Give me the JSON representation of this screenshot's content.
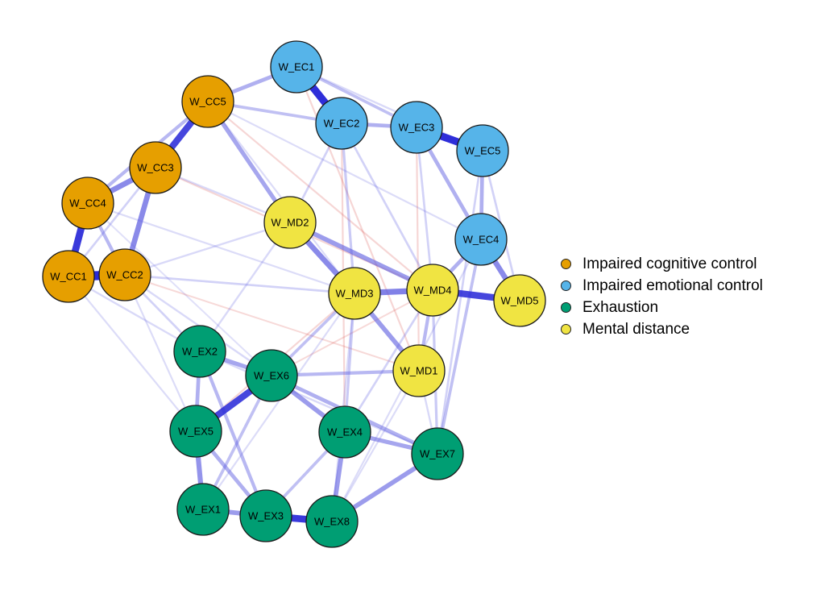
{
  "network": {
    "groups": [
      {
        "id": "cc",
        "label": "Impaired cognitive control",
        "color": "#E69F00"
      },
      {
        "id": "ec",
        "label": "Impaired emotional control",
        "color": "#56B4E9"
      },
      {
        "id": "ex",
        "label": "Exhaustion",
        "color": "#009E73"
      },
      {
        "id": "md",
        "label": "Mental distance",
        "color": "#F0E442"
      }
    ],
    "nodes": [
      {
        "id": "W_CC1",
        "group": "cc"
      },
      {
        "id": "W_CC2",
        "group": "cc"
      },
      {
        "id": "W_CC3",
        "group": "cc"
      },
      {
        "id": "W_CC4",
        "group": "cc"
      },
      {
        "id": "W_CC5",
        "group": "cc"
      },
      {
        "id": "W_EC1",
        "group": "ec"
      },
      {
        "id": "W_EC2",
        "group": "ec"
      },
      {
        "id": "W_EC3",
        "group": "ec"
      },
      {
        "id": "W_EC4",
        "group": "ec"
      },
      {
        "id": "W_EC5",
        "group": "ec"
      },
      {
        "id": "W_MD1",
        "group": "md"
      },
      {
        "id": "W_MD2",
        "group": "md"
      },
      {
        "id": "W_MD3",
        "group": "md"
      },
      {
        "id": "W_MD4",
        "group": "md"
      },
      {
        "id": "W_MD5",
        "group": "md"
      },
      {
        "id": "W_EX1",
        "group": "ex"
      },
      {
        "id": "W_EX2",
        "group": "ex"
      },
      {
        "id": "W_EX3",
        "group": "ex"
      },
      {
        "id": "W_EX4",
        "group": "ex"
      },
      {
        "id": "W_EX5",
        "group": "ex"
      },
      {
        "id": "W_EX6",
        "group": "ex"
      },
      {
        "id": "W_EX7",
        "group": "ex"
      },
      {
        "id": "W_EX8",
        "group": "ex"
      }
    ],
    "edges": [
      {
        "source": "W_CC1",
        "target": "W_CC2",
        "weight": 1.0,
        "sign": "+"
      },
      {
        "source": "W_CC1",
        "target": "W_CC4",
        "weight": 0.75,
        "sign": "+"
      },
      {
        "source": "W_CC4",
        "target": "W_CC3",
        "weight": 0.55,
        "sign": "+"
      },
      {
        "source": "W_CC3",
        "target": "W_CC5",
        "weight": 0.7,
        "sign": "+"
      },
      {
        "source": "W_CC3",
        "target": "W_CC2",
        "weight": 0.55,
        "sign": "+"
      },
      {
        "source": "W_CC4",
        "target": "W_CC2",
        "weight": 0.3,
        "sign": "+"
      },
      {
        "source": "W_CC5",
        "target": "W_CC4",
        "weight": 0.3,
        "sign": "+"
      },
      {
        "source": "W_CC5",
        "target": "W_EC1",
        "weight": 0.35,
        "sign": "+"
      },
      {
        "source": "W_CC5",
        "target": "W_MD2",
        "weight": 0.4,
        "sign": "+"
      },
      {
        "source": "W_CC5",
        "target": "W_EC2",
        "weight": 0.25,
        "sign": "+"
      },
      {
        "source": "W_EC1",
        "target": "W_EC2",
        "weight": 0.8,
        "sign": "+"
      },
      {
        "source": "W_EC2",
        "target": "W_EC3",
        "weight": 0.35,
        "sign": "+"
      },
      {
        "source": "W_EC3",
        "target": "W_EC5",
        "weight": 0.8,
        "sign": "+"
      },
      {
        "source": "W_EC3",
        "target": "W_EC4",
        "weight": 0.35,
        "sign": "+"
      },
      {
        "source": "W_EC1",
        "target": "W_EC3",
        "weight": 0.25,
        "sign": "+"
      },
      {
        "source": "W_EC5",
        "target": "W_EC4",
        "weight": 0.35,
        "sign": "+"
      },
      {
        "source": "W_EC4",
        "target": "W_MD5",
        "weight": 0.55,
        "sign": "+"
      },
      {
        "source": "W_EC4",
        "target": "W_MD4",
        "weight": 0.35,
        "sign": "+"
      },
      {
        "source": "W_MD2",
        "target": "W_MD3",
        "weight": 0.55,
        "sign": "+"
      },
      {
        "source": "W_MD2",
        "target": "W_MD4",
        "weight": 0.45,
        "sign": "+"
      },
      {
        "source": "W_MD3",
        "target": "W_MD4",
        "weight": 0.6,
        "sign": "+"
      },
      {
        "source": "W_MD4",
        "target": "W_MD5",
        "weight": 0.7,
        "sign": "+"
      },
      {
        "source": "W_MD3",
        "target": "W_MD1",
        "weight": 0.45,
        "sign": "+"
      },
      {
        "source": "W_MD4",
        "target": "W_MD1",
        "weight": 0.3,
        "sign": "+"
      },
      {
        "source": "W_MD3",
        "target": "W_EC2",
        "weight": 0.2,
        "sign": "+"
      },
      {
        "source": "W_EX2",
        "target": "W_EX6",
        "weight": 0.4,
        "sign": "+"
      },
      {
        "source": "W_EX2",
        "target": "W_EX5",
        "weight": 0.35,
        "sign": "+"
      },
      {
        "source": "W_EX6",
        "target": "W_EX5",
        "weight": 0.7,
        "sign": "+"
      },
      {
        "source": "W_EX6",
        "target": "W_EX4",
        "weight": 0.45,
        "sign": "+"
      },
      {
        "source": "W_EX6",
        "target": "W_MD1",
        "weight": 0.3,
        "sign": "+"
      },
      {
        "source": "W_EX5",
        "target": "W_EX1",
        "weight": 0.5,
        "sign": "+"
      },
      {
        "source": "W_EX5",
        "target": "W_EX3",
        "weight": 0.35,
        "sign": "+"
      },
      {
        "source": "W_EX1",
        "target": "W_EX3",
        "weight": 0.45,
        "sign": "+"
      },
      {
        "source": "W_EX3",
        "target": "W_EX8",
        "weight": 0.75,
        "sign": "+"
      },
      {
        "source": "W_EX4",
        "target": "W_EX8",
        "weight": 0.45,
        "sign": "+"
      },
      {
        "source": "W_EX4",
        "target": "W_EX7",
        "weight": 0.4,
        "sign": "+"
      },
      {
        "source": "W_EX6",
        "target": "W_EX7",
        "weight": 0.35,
        "sign": "+"
      },
      {
        "source": "W_EX8",
        "target": "W_EX7",
        "weight": 0.45,
        "sign": "+"
      },
      {
        "source": "W_EX2",
        "target": "W_EX3",
        "weight": 0.3,
        "sign": "+"
      },
      {
        "source": "W_EX6",
        "target": "W_EX1",
        "weight": 0.25,
        "sign": "+"
      },
      {
        "source": "W_EX4",
        "target": "W_EX3",
        "weight": 0.25,
        "sign": "+"
      },
      {
        "source": "W_EX6",
        "target": "W_MD3",
        "weight": 0.25,
        "sign": "+"
      },
      {
        "source": "W_EX7",
        "target": "W_EC4",
        "weight": 0.25,
        "sign": "+"
      },
      {
        "source": "W_EX7",
        "target": "W_MD4",
        "weight": 0.2,
        "sign": "+"
      },
      {
        "source": "W_EX4",
        "target": "W_MD3",
        "weight": 0.2,
        "sign": "+"
      },
      {
        "source": "W_EX2",
        "target": "W_CC2",
        "weight": 0.15,
        "sign": "+"
      },
      {
        "source": "W_CC1",
        "target": "W_EX2",
        "weight": 0.12,
        "sign": "+"
      },
      {
        "source": "W_CC2",
        "target": "W_MD3",
        "weight": 0.15,
        "sign": "+"
      },
      {
        "source": "W_CC2",
        "target": "W_MD2",
        "weight": 0.12,
        "sign": "+"
      },
      {
        "source": "W_CC3",
        "target": "W_MD2",
        "weight": 0.12,
        "sign": "+"
      },
      {
        "source": "W_CC4",
        "target": "W_MD3",
        "weight": 0.1,
        "sign": "+"
      },
      {
        "source": "W_EC2",
        "target": "W_MD4",
        "weight": 0.15,
        "sign": "+"
      },
      {
        "source": "W_EC3",
        "target": "W_MD4",
        "weight": 0.15,
        "sign": "+"
      },
      {
        "source": "W_EC5",
        "target": "W_MD5",
        "weight": 0.15,
        "sign": "+"
      },
      {
        "source": "W_EC1",
        "target": "W_EC5",
        "weight": 0.12,
        "sign": "+"
      },
      {
        "source": "W_EC2",
        "target": "W_MD2",
        "weight": 0.15,
        "sign": "+"
      },
      {
        "source": "W_EC5",
        "target": "W_EX7",
        "weight": 0.15,
        "sign": "+"
      },
      {
        "source": "W_EX4",
        "target": "W_MD4",
        "weight": 0.15,
        "sign": "+"
      },
      {
        "source": "W_EX8",
        "target": "W_MD3",
        "weight": 0.12,
        "sign": "+"
      },
      {
        "source": "W_EX7",
        "target": "W_MD1",
        "weight": 0.12,
        "sign": "+"
      },
      {
        "source": "W_EX6",
        "target": "W_CC2",
        "weight": 0.12,
        "sign": "+"
      },
      {
        "source": "W_EX2",
        "target": "W_MD2",
        "weight": 0.12,
        "sign": "+"
      },
      {
        "source": "W_EX5",
        "target": "W_CC1",
        "weight": 0.1,
        "sign": "+"
      },
      {
        "source": "W_EX8",
        "target": "W_MD1",
        "weight": 0.1,
        "sign": "+"
      },
      {
        "source": "W_EX8",
        "target": "W_EC4",
        "weight": 0.1,
        "sign": "+"
      },
      {
        "source": "W_EX1",
        "target": "W_MD3",
        "weight": 0.1,
        "sign": "+"
      },
      {
        "source": "W_CC1",
        "target": "W_CC3",
        "weight": 0.15,
        "sign": "+"
      },
      {
        "source": "W_CC5",
        "target": "W_EC4",
        "weight": 0.1,
        "sign": "+"
      },
      {
        "source": "W_CC5",
        "target": "W_MD3",
        "weight": 0.1,
        "sign": "+"
      },
      {
        "source": "W_CC2",
        "target": "W_EX5",
        "weight": 0.1,
        "sign": "+"
      },
      {
        "source": "W_CC4",
        "target": "W_EX6",
        "weight": 0.08,
        "sign": "+"
      },
      {
        "source": "W_CC5",
        "target": "W_MD4",
        "weight": 0.1,
        "sign": "-"
      },
      {
        "source": "W_CC3",
        "target": "W_MD4",
        "weight": 0.1,
        "sign": "-"
      },
      {
        "source": "W_EC1",
        "target": "W_MD1",
        "weight": 0.1,
        "sign": "-"
      },
      {
        "source": "W_EC3",
        "target": "W_MD1",
        "weight": 0.1,
        "sign": "-"
      },
      {
        "source": "W_EC2",
        "target": "W_EX4",
        "weight": 0.1,
        "sign": "-"
      },
      {
        "source": "W_MD3",
        "target": "W_EX5",
        "weight": 0.1,
        "sign": "-"
      },
      {
        "source": "W_MD4",
        "target": "W_EX6",
        "weight": 0.08,
        "sign": "-"
      },
      {
        "source": "W_CC2",
        "target": "W_MD1",
        "weight": 0.08,
        "sign": "-"
      },
      {
        "source": "W_EX2",
        "target": "W_EX7",
        "weight": 0.12,
        "sign": "+"
      }
    ]
  }
}
